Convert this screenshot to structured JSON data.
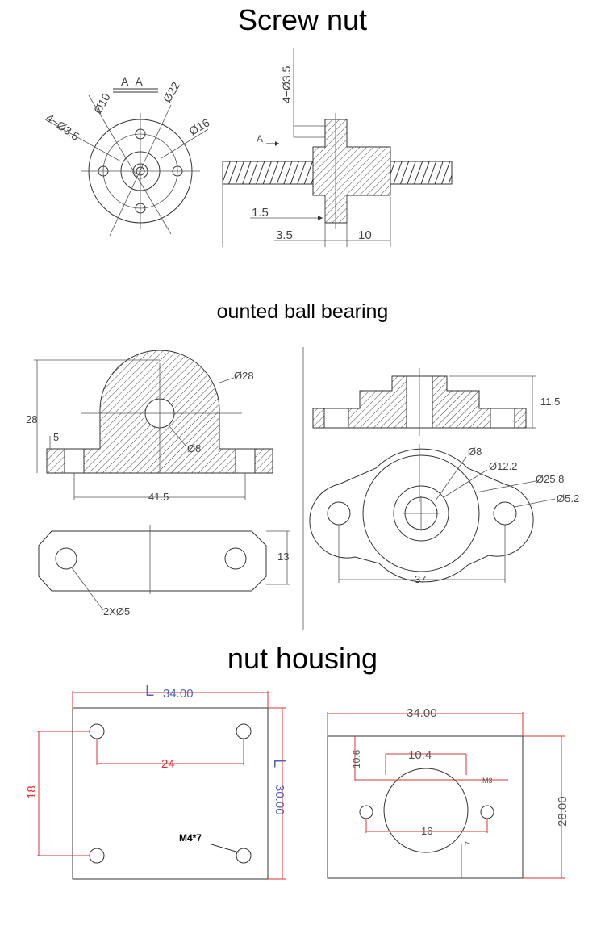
{
  "titles": {
    "screw_nut": "Screw nut",
    "bearing": "ounted  ball  bearing",
    "nut_housing": "nut housing"
  },
  "screw_nut": {
    "section_label": "A−A",
    "d10": "Ø10",
    "d22": "Ø22",
    "d16": "Ø16",
    "holes": "4−Ø3.5",
    "side_holes": "4−Ø3.5",
    "arrow_label": "A",
    "dim_1_5": "1.5",
    "dim_3_5": "3.5",
    "dim_10": "10"
  },
  "bearing": {
    "d28": "Ø28",
    "h28": "28",
    "h5": "5",
    "d8": "Ø8",
    "w41_5": "41.5",
    "h13": "13",
    "holes": "2XØ5",
    "h11_5": "11.5",
    "b_d8": "Ø8",
    "d12_2": "Ø12.2",
    "d25_8": "Ø25.8",
    "d5_2": "Ø5.2",
    "w37": "37"
  },
  "nut_housing": {
    "w34_a": "34.00",
    "w24": "24",
    "h18": "18",
    "h30": "30.00",
    "screw": "M4*7",
    "w34_b": "34.00",
    "h10_6": "10.6",
    "w10_4": "10.4",
    "m3": "M3",
    "w16": "16",
    "h28": "28.00",
    "h7": "7"
  }
}
